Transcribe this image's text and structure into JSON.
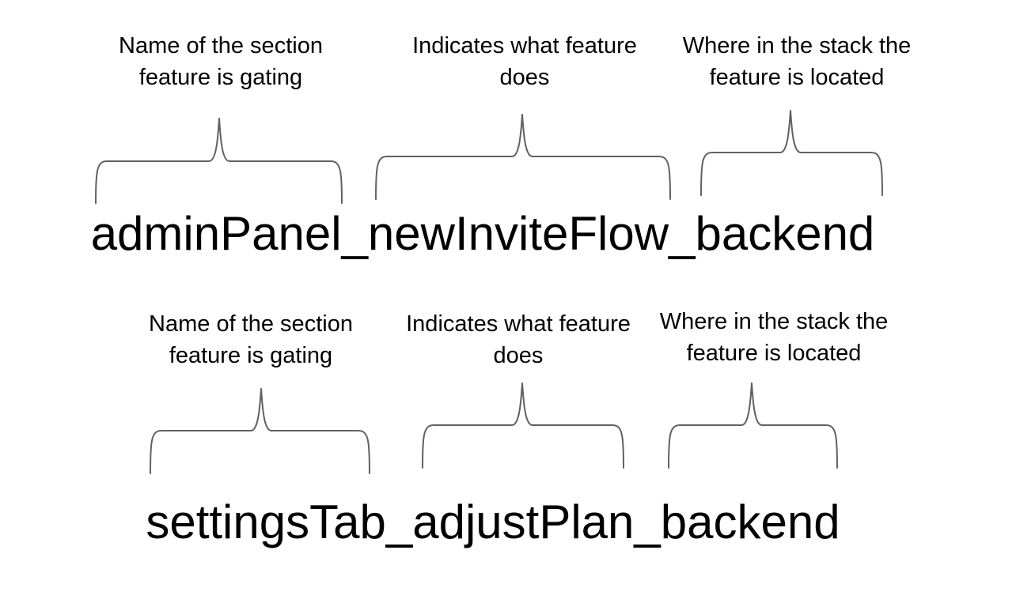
{
  "theme": {
    "background": "#ffffff",
    "text_color": "#000000",
    "brace_color": "#616161"
  },
  "diagram": {
    "groups": [
      {
        "flag_name": "adminPanel_newInviteFlow_backend",
        "annotations": [
          {
            "lines": [
              "Name of the section",
              "feature is gating"
            ]
          },
          {
            "lines": [
              "Indicates what feature",
              "does"
            ]
          },
          {
            "lines": [
              "Where in the stack the",
              "feature is located"
            ]
          }
        ]
      },
      {
        "flag_name": "settingsTab_adjustPlan_backend",
        "annotations": [
          {
            "lines": [
              "Name of the section",
              "feature is gating"
            ]
          },
          {
            "lines": [
              "Indicates what feature",
              "does"
            ]
          },
          {
            "lines": [
              "Where in the stack the",
              "feature is located"
            ]
          }
        ]
      }
    ]
  }
}
